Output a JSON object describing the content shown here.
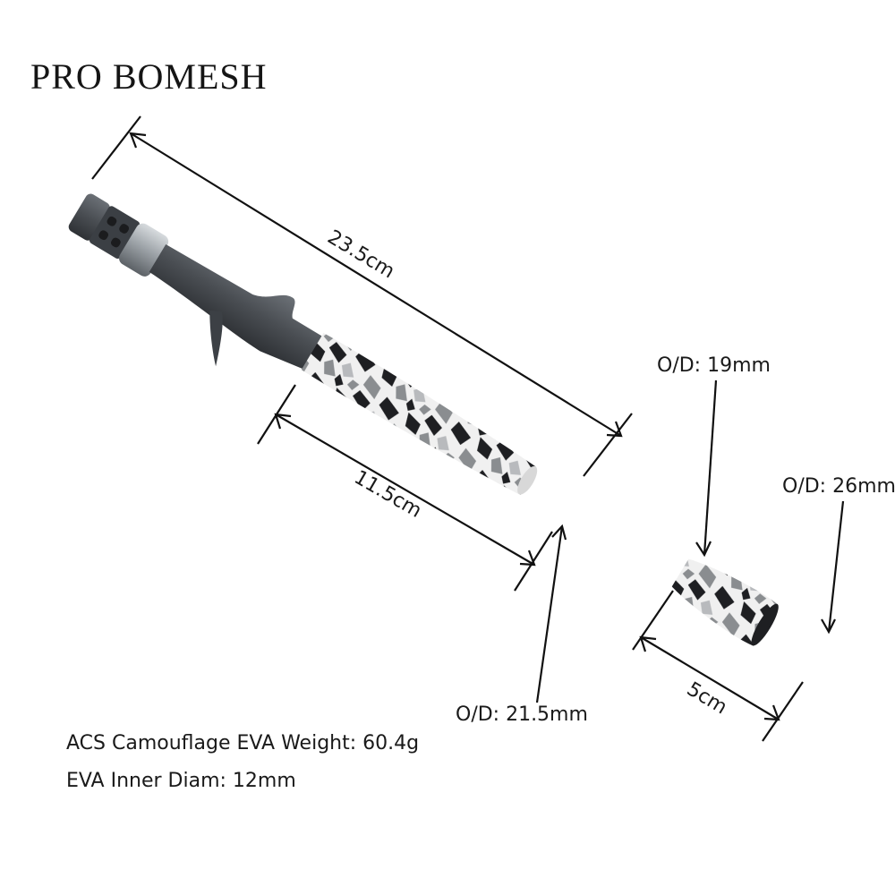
{
  "brand": "PRO BOMESH",
  "dimensions": {
    "total_length": "23.5cm",
    "grip_length": "11.5cm",
    "grip_od": "O/D: 21.5mm",
    "end_length": "5cm",
    "end_od_small": "O/D: 19mm",
    "end_od_large": "O/D: 26mm"
  },
  "specs": {
    "material_weight": "ACS Camouflage EVA  Weight: 60.4g",
    "inner_diam": "EVA Inner Diam: 12mm"
  },
  "colors": {
    "line": "#111111",
    "reel_seat": "#4d5156",
    "metal_ring": "#9aa0a5",
    "camo_dark": "#1e1f22",
    "camo_mid": "#8a8d90",
    "camo_light": "#f2f2f2"
  }
}
